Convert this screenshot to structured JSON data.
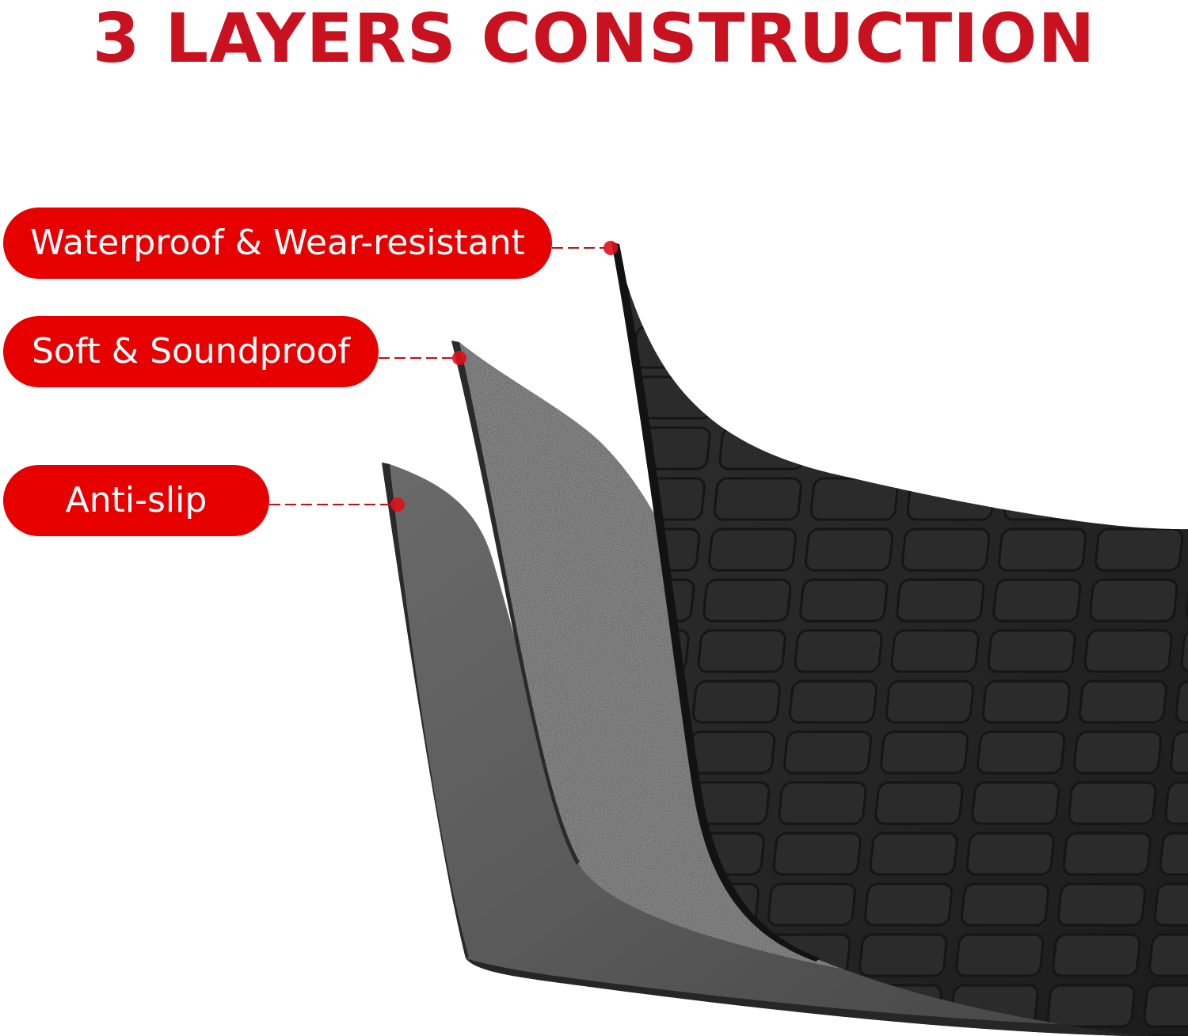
{
  "title": "3 LAYERS CONSTRUCTION",
  "callouts": [
    {
      "label": "Waterproof & Wear-resistant"
    },
    {
      "label": "Soft & Soundproof"
    },
    {
      "label": "Anti-slip"
    }
  ],
  "colors": {
    "title": "#c8121f",
    "callout_bg": "#e60000",
    "callout_text": "#ffffff",
    "leader_line": "#c0101a",
    "top_layer": "#262626",
    "middle_layer": "#4a4a4a",
    "bottom_layer": "#5c5c5c"
  }
}
